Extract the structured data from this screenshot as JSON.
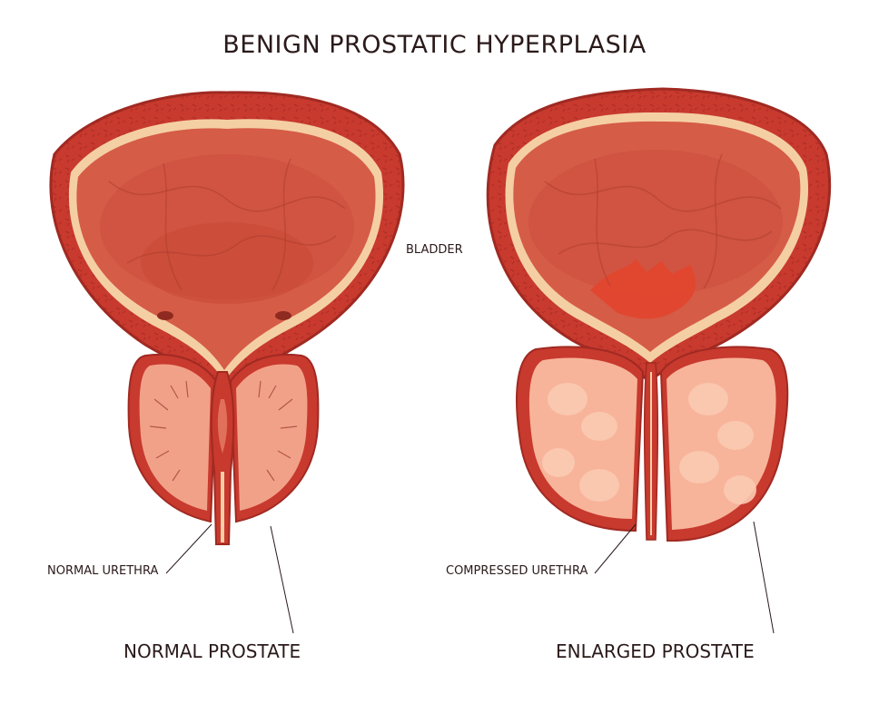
{
  "title": "BENIGN PROSTATIC HYPERPLASIA",
  "labels": {
    "bladder": "BLADDER",
    "normal_urethra": "NORMAL URETHRA",
    "compressed_urethra": "COMPRESSED URETHRA",
    "normal_prostate": "NORMAL PROSTATE",
    "enlarged_prostate": "ENLARGED PROSTATE"
  },
  "colors": {
    "wall": "#c0392b",
    "wall_dark": "#a82a22",
    "lining": "#f6d2a7",
    "interior": "#d9604a",
    "prostate": "#f2a186",
    "enlarged": "#f7b49a"
  }
}
